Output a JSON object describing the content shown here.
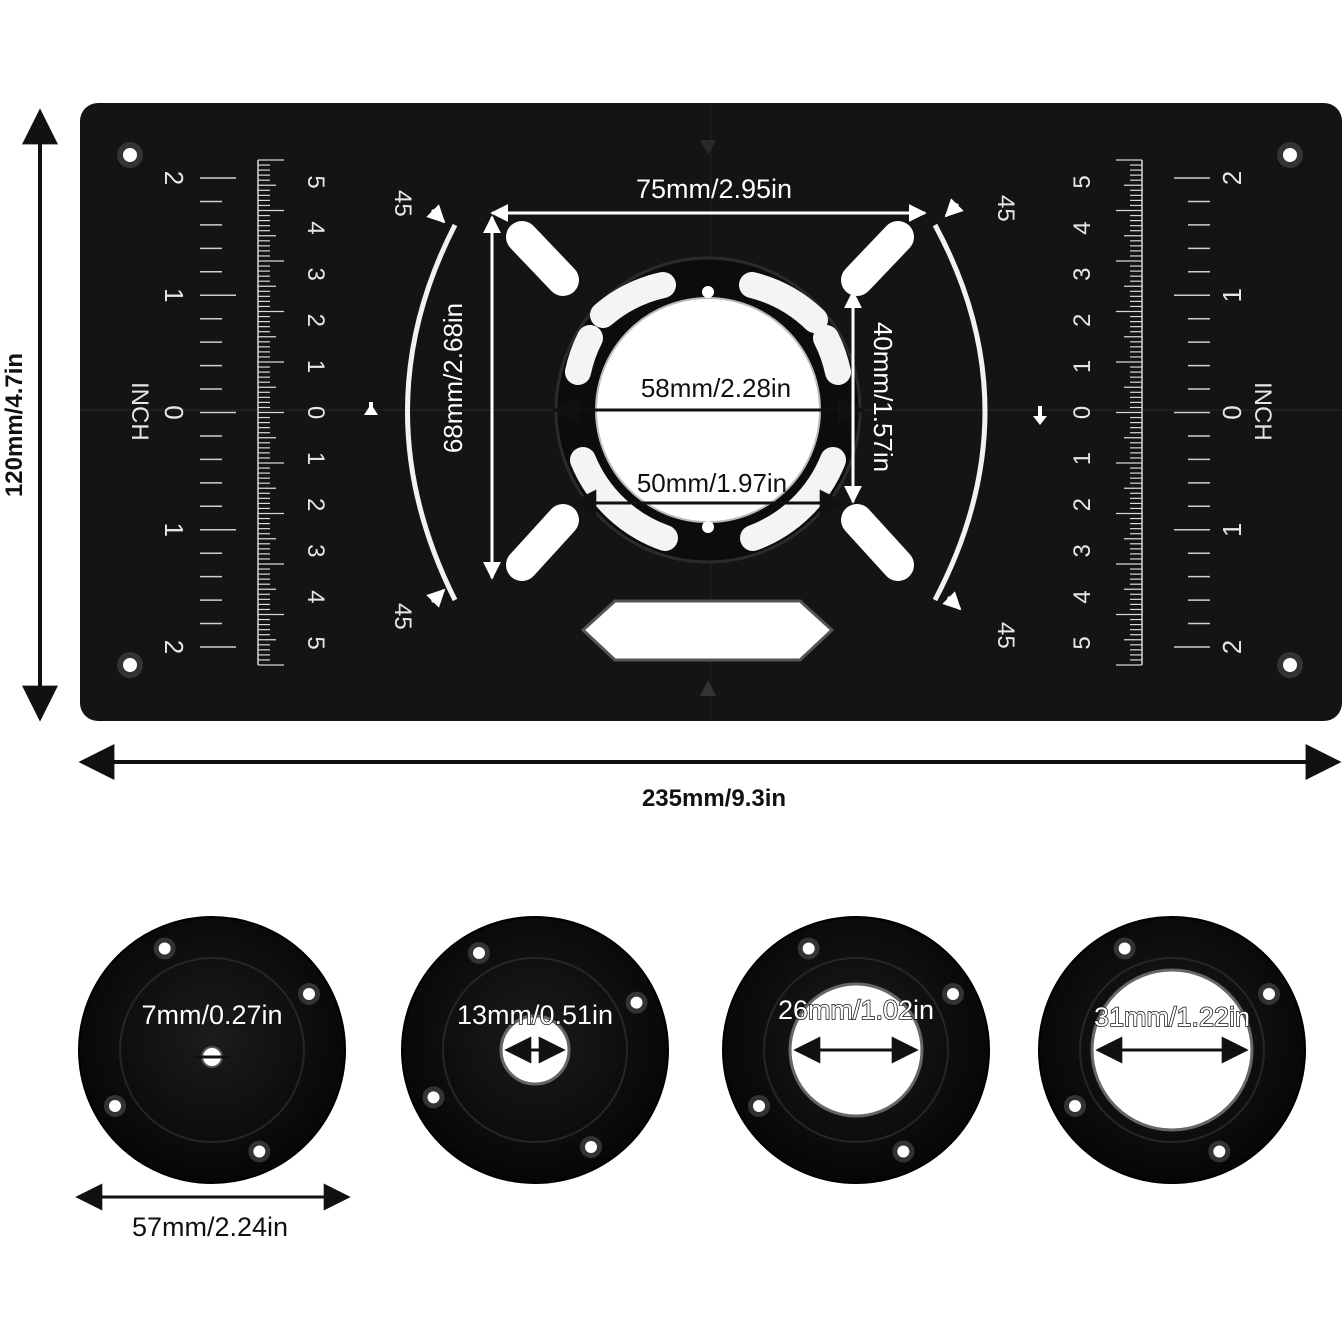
{
  "plate": {
    "width_label": "235mm/9.3in",
    "height_label": "120mm/4.7in",
    "top_span_label": "75mm/2.95in",
    "vertical_span_label": "68mm/2.68in",
    "center_hole_label": "58mm/2.28in",
    "inner_span_label": "50mm/1.97in",
    "right_vertical_label": "40mm/1.57in",
    "angle_label": "45",
    "unit_label": "INCH",
    "inch_marks": [
      "2",
      "1",
      "0",
      "1",
      "2"
    ],
    "cm_marks": [
      "5",
      "4",
      "3",
      "2",
      "1",
      "0",
      "1",
      "2",
      "3",
      "4",
      "5"
    ]
  },
  "rings": {
    "diameter_label": "57mm/2.24in",
    "items": [
      {
        "label": "7mm/0.27in"
      },
      {
        "label": "13mm/0.51in"
      },
      {
        "label": "26mm/1.02in"
      },
      {
        "label": "31mm/1.22in"
      }
    ]
  },
  "colors": {
    "plate": "#141414",
    "ring": "#0e0e0e",
    "dim_line": "#111111"
  }
}
